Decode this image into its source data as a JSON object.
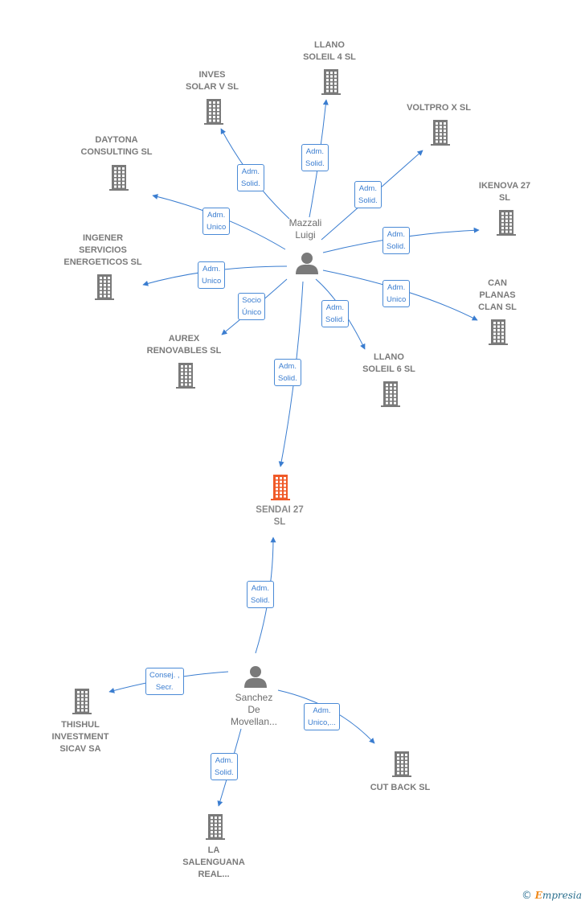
{
  "colors": {
    "edge": "#3a7dd0",
    "building": "#7a7a7a",
    "focus": "#f05a28",
    "person": "#7a7a7a"
  },
  "nodes": [
    {
      "id": "mazzali",
      "type": "person",
      "lines": [
        "Mazzali",
        "Luigi"
      ]
    },
    {
      "id": "sanchez",
      "type": "person",
      "lines": [
        "Sanchez",
        "De",
        "Movellan..."
      ]
    },
    {
      "id": "sendai",
      "type": "focus",
      "lines": [
        "SENDAI 27",
        "SL"
      ]
    },
    {
      "id": "llano4",
      "type": "company",
      "lines": [
        "LLANO",
        "SOLEIL 4 SL"
      ]
    },
    {
      "id": "inves",
      "type": "company",
      "lines": [
        "INVES",
        "SOLAR V SL"
      ]
    },
    {
      "id": "voltpro",
      "type": "company",
      "lines": [
        "VOLTPRO X SL"
      ]
    },
    {
      "id": "daytona",
      "type": "company",
      "lines": [
        "DAYTONA",
        "CONSULTING SL"
      ]
    },
    {
      "id": "ikenova",
      "type": "company",
      "lines": [
        "IKENOVA 27",
        "SL"
      ]
    },
    {
      "id": "ingener",
      "type": "company",
      "lines": [
        "INGENER",
        "SERVICIOS",
        "ENERGETICOS SL"
      ]
    },
    {
      "id": "can",
      "type": "company",
      "lines": [
        "CAN",
        "PLANAS",
        "CLAN  SL"
      ]
    },
    {
      "id": "aurex",
      "type": "company",
      "lines": [
        "AUREX",
        "RENOVABLES SL"
      ]
    },
    {
      "id": "llano6",
      "type": "company",
      "lines": [
        "LLANO",
        "SOLEIL 6 SL"
      ]
    },
    {
      "id": "thishul",
      "type": "company",
      "lines": [
        "THISHUL",
        "INVESTMENT",
        "SICAV SA"
      ]
    },
    {
      "id": "cutback",
      "type": "company",
      "lines": [
        "CUT BACK SL"
      ]
    },
    {
      "id": "salenguana",
      "type": "company",
      "lines": [
        "LA",
        "SALENGUANA",
        "REAL..."
      ]
    }
  ],
  "relations": [
    {
      "id": "m-llano4",
      "lines": [
        "Adm.",
        "Solid."
      ]
    },
    {
      "id": "m-inves",
      "lines": [
        "Adm.",
        "Solid."
      ]
    },
    {
      "id": "m-voltpro",
      "lines": [
        "Adm.",
        "Solid."
      ]
    },
    {
      "id": "m-daytona",
      "lines": [
        "Adm.",
        "Unico"
      ]
    },
    {
      "id": "m-ikenova",
      "lines": [
        "Adm.",
        "Solid."
      ]
    },
    {
      "id": "m-ingener",
      "lines": [
        "Adm.",
        "Unico"
      ]
    },
    {
      "id": "m-can",
      "lines": [
        "Adm.",
        "Unico"
      ]
    },
    {
      "id": "m-aurex",
      "lines": [
        "Socio",
        "Único"
      ]
    },
    {
      "id": "m-llano6",
      "lines": [
        "Adm.",
        "Solid."
      ]
    },
    {
      "id": "m-sendai",
      "lines": [
        "Adm.",
        "Solid."
      ]
    },
    {
      "id": "s-sendai",
      "lines": [
        "Adm.",
        "Solid."
      ]
    },
    {
      "id": "s-thishul",
      "lines": [
        "Consej. ,",
        "Secr."
      ]
    },
    {
      "id": "s-cutback",
      "lines": [
        "Adm.",
        "Unico,..."
      ]
    },
    {
      "id": "s-salenguana",
      "lines": [
        "Adm.",
        "Solid."
      ]
    }
  ],
  "brand": {
    "symbol": "©",
    "initial": "E",
    "rest": "mpresia"
  }
}
